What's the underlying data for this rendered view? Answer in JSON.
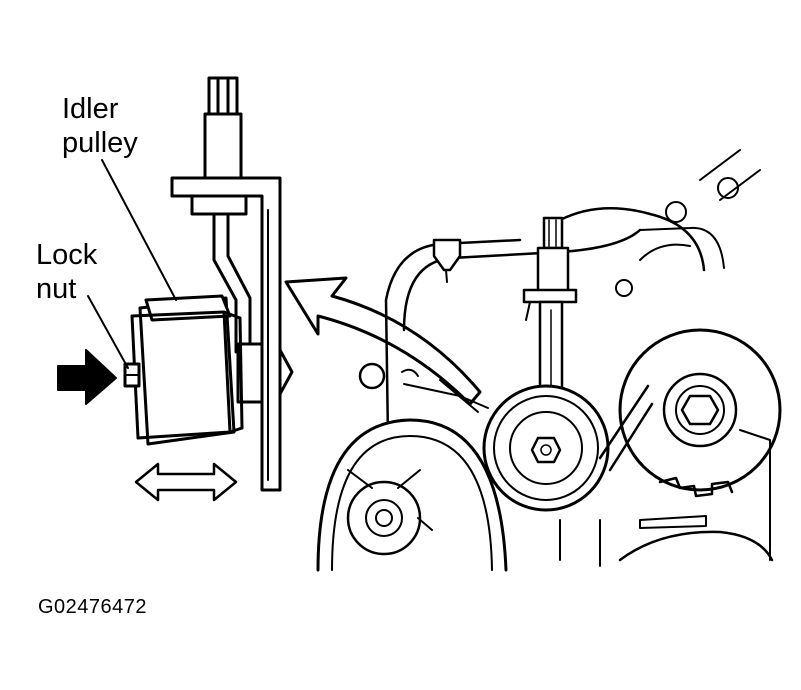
{
  "labels": {
    "idler_line1": "Idler",
    "idler_line2": "pulley",
    "lock_line1": "Lock",
    "lock_line2": "nut"
  },
  "figure_id": "G02476472",
  "colors": {
    "ink": "#000000",
    "paper": "#ffffff"
  },
  "icons": [
    "push-direction-arrow-icon",
    "adjust-double-arrow-icon",
    "removal-direction-arrow-icon"
  ]
}
